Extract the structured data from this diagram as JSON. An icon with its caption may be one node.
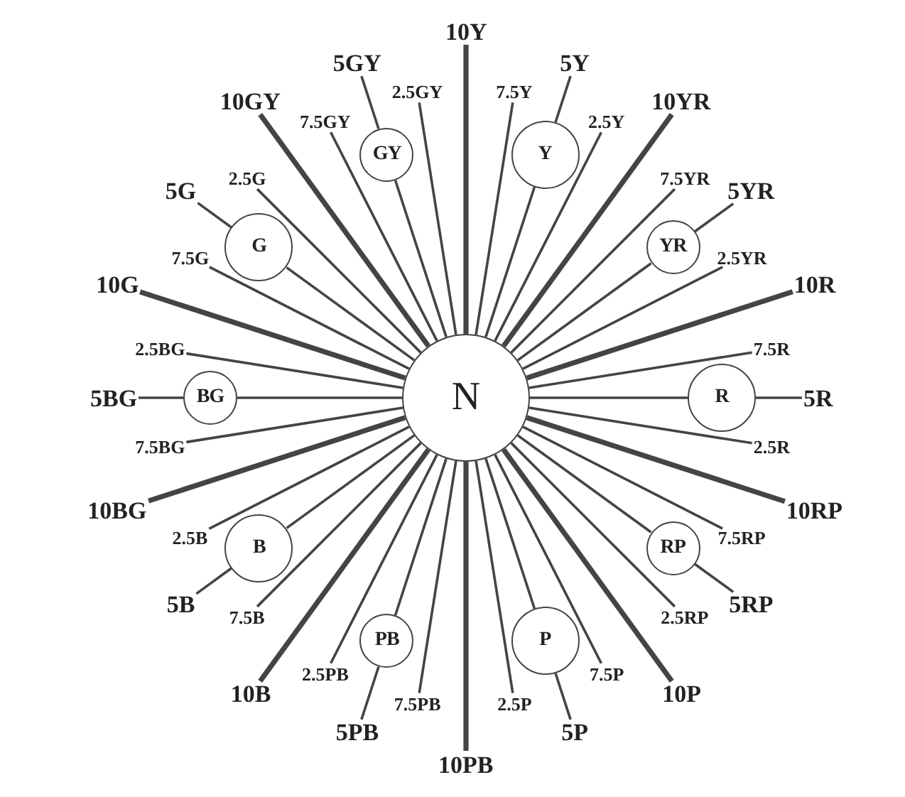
{
  "diagram": {
    "nodes": [
      {
        "text": [
          "N"
        ]
      },
      {
        "text": [
          "Y"
        ]
      },
      {
        "text": [
          "YR"
        ]
      },
      {
        "text": [
          "R"
        ]
      },
      {
        "text": [
          "RP"
        ]
      },
      {
        "text": [
          "P"
        ]
      },
      {
        "text": [
          "PB"
        ]
      },
      {
        "text": [
          "B"
        ]
      },
      {
        "text": [
          "BG"
        ]
      },
      {
        "text": [
          "G"
        ]
      },
      {
        "text": [
          "GY"
        ]
      },
      {
        "text": [
          "10Y"
        ]
      },
      {
        "text": [
          "7.5Y"
        ]
      },
      {
        "text": [
          "5Y"
        ]
      },
      {
        "text": [
          "2.5Y"
        ]
      },
      {
        "text": [
          "10YR"
        ]
      },
      {
        "text": [
          "7.5YR"
        ]
      },
      {
        "text": [
          "5YR"
        ]
      },
      {
        "text": [
          "2.5YR"
        ]
      },
      {
        "text": [
          "10R"
        ]
      },
      {
        "text": [
          "7.5R"
        ]
      },
      {
        "text": [
          "5R"
        ]
      },
      {
        "text": [
          "2.5R"
        ]
      },
      {
        "text": [
          "10RP"
        ]
      },
      {
        "text": [
          "7.5RP"
        ]
      },
      {
        "text": [
          "5RP"
        ]
      },
      {
        "text": [
          "2.5RP"
        ]
      },
      {
        "text": [
          "10P"
        ]
      },
      {
        "text": [
          "7.5P"
        ]
      },
      {
        "text": [
          "5P"
        ]
      },
      {
        "text": [
          "2.5P"
        ]
      },
      {
        "text": [
          "10PB"
        ]
      },
      {
        "text": [
          "7.5PB"
        ]
      },
      {
        "text": [
          "5PB"
        ]
      },
      {
        "text": [
          "2.5PB"
        ]
      },
      {
        "text": [
          "10B"
        ]
      },
      {
        "text": [
          "7.5B"
        ]
      },
      {
        "text": [
          "5B"
        ]
      },
      {
        "text": [
          "2.5B"
        ]
      },
      {
        "text": [
          "10BG"
        ]
      },
      {
        "text": [
          "7.5BG"
        ]
      },
      {
        "text": [
          "5BG"
        ]
      },
      {
        "text": [
          "2.5BG"
        ]
      },
      {
        "text": [
          "10G"
        ]
      },
      {
        "text": [
          "7.5G"
        ]
      },
      {
        "text": [
          "5G"
        ]
      },
      {
        "text": [
          "2.5G"
        ]
      },
      {
        "text": [
          "10GY"
        ]
      },
      {
        "text": [
          "7.5GY"
        ]
      },
      {
        "text": [
          "5GY"
        ]
      },
      {
        "text": [
          "2.5GY"
        ]
      }
    ],
    "edges": [
      {
        "from": 0,
        "to": 11,
        "arrow": "none",
        "style": "thick"
      },
      {
        "from": 0,
        "to": 12,
        "arrow": "none"
      },
      {
        "from": 0,
        "to": 1,
        "arrow": "none"
      },
      {
        "from": 1,
        "to": 13,
        "arrow": "none"
      },
      {
        "from": 0,
        "to": 14,
        "arrow": "none"
      },
      {
        "from": 0,
        "to": 15,
        "arrow": "none",
        "style": "thick"
      },
      {
        "from": 0,
        "to": 16,
        "arrow": "none"
      },
      {
        "from": 0,
        "to": 2,
        "arrow": "none"
      },
      {
        "from": 2,
        "to": 17,
        "arrow": "none"
      },
      {
        "from": 0,
        "to": 18,
        "arrow": "none"
      },
      {
        "from": 0,
        "to": 19,
        "arrow": "none",
        "style": "thick"
      },
      {
        "from": 0,
        "to": 20,
        "arrow": "none"
      },
      {
        "from": 0,
        "to": 3,
        "arrow": "none"
      },
      {
        "from": 3,
        "to": 21,
        "arrow": "none"
      },
      {
        "from": 0,
        "to": 22,
        "arrow": "none"
      },
      {
        "from": 0,
        "to": 23,
        "arrow": "none",
        "style": "thick"
      },
      {
        "from": 0,
        "to": 24,
        "arrow": "none"
      },
      {
        "from": 0,
        "to": 4,
        "arrow": "none"
      },
      {
        "from": 4,
        "to": 25,
        "arrow": "none"
      },
      {
        "from": 0,
        "to": 26,
        "arrow": "none"
      },
      {
        "from": 0,
        "to": 27,
        "arrow": "none",
        "style": "thick"
      },
      {
        "from": 0,
        "to": 28,
        "arrow": "none"
      },
      {
        "from": 0,
        "to": 5,
        "arrow": "none"
      },
      {
        "from": 5,
        "to": 29,
        "arrow": "none"
      },
      {
        "from": 0,
        "to": 30,
        "arrow": "none"
      },
      {
        "from": 0,
        "to": 31,
        "arrow": "none",
        "style": "thick"
      },
      {
        "from": 0,
        "to": 32,
        "arrow": "none"
      },
      {
        "from": 0,
        "to": 6,
        "arrow": "none"
      },
      {
        "from": 6,
        "to": 33,
        "arrow": "none"
      },
      {
        "from": 0,
        "to": 34,
        "arrow": "none"
      },
      {
        "from": 0,
        "to": 35,
        "arrow": "none",
        "style": "thick"
      },
      {
        "from": 0,
        "to": 36,
        "arrow": "none"
      },
      {
        "from": 0,
        "to": 7,
        "arrow": "none"
      },
      {
        "from": 7,
        "to": 37,
        "arrow": "none"
      },
      {
        "from": 0,
        "to": 38,
        "arrow": "none"
      },
      {
        "from": 0,
        "to": 39,
        "arrow": "none",
        "style": "thick"
      },
      {
        "from": 0,
        "to": 40,
        "arrow": "none"
      },
      {
        "from": 0,
        "to": 8,
        "arrow": "none"
      },
      {
        "from": 8,
        "to": 41,
        "arrow": "none"
      },
      {
        "from": 0,
        "to": 42,
        "arrow": "none"
      },
      {
        "from": 0,
        "to": 43,
        "arrow": "none",
        "style": "thick"
      },
      {
        "from": 0,
        "to": 44,
        "arrow": "none"
      },
      {
        "from": 0,
        "to": 9,
        "arrow": "none"
      },
      {
        "from": 9,
        "to": 45,
        "arrow": "none"
      },
      {
        "from": 0,
        "to": 46,
        "arrow": "none"
      },
      {
        "from": 0,
        "to": 47,
        "arrow": "none",
        "style": "thick"
      },
      {
        "from": 0,
        "to": 48,
        "arrow": "none"
      },
      {
        "from": 0,
        "to": 10,
        "arrow": "none"
      },
      {
        "from": 10,
        "to": 49,
        "arrow": "none"
      },
      {
        "from": 0,
        "to": 50,
        "arrow": "none"
      }
    ]
  }
}
